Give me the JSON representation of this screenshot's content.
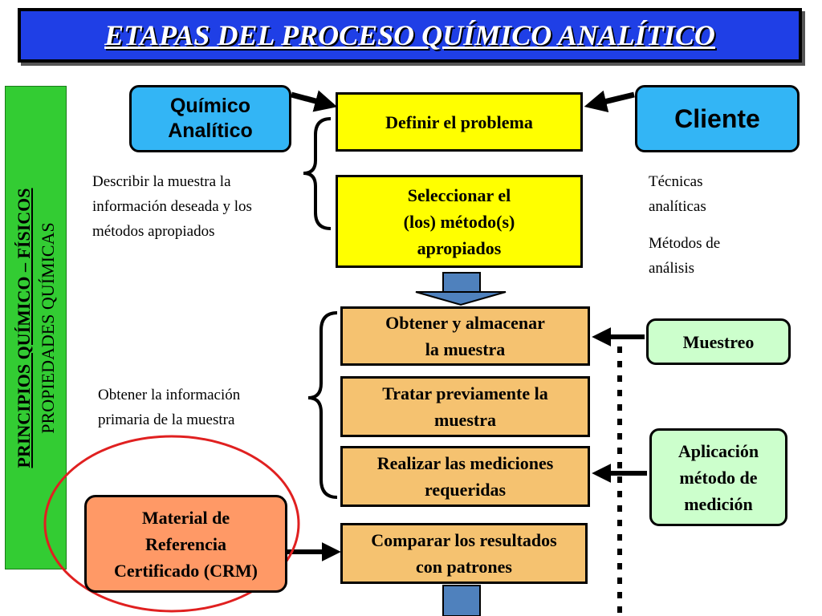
{
  "title": "ETAPAS DEL PROCESO QUÍMICO ANALÍTICO",
  "sidebar": {
    "line1": "PRINCIPIOS QUÍMICO – FÍSICOS",
    "line2": "PROPIEDADES QUÍMICAS"
  },
  "actors": {
    "chemist": [
      "Químico",
      "Analítico"
    ],
    "client": "Cliente"
  },
  "steps": {
    "define": "Definir el problema",
    "select": [
      "Seleccionar el",
      "(los) método(s)",
      "apropiados"
    ],
    "obtain": [
      "Obtener y almacenar",
      "la muestra"
    ],
    "treat": [
      "Tratar previamente la",
      "muestra"
    ],
    "measure": [
      "Realizar las mediciones",
      "requeridas"
    ],
    "compare": [
      "Comparar los resultados",
      "con patrones"
    ]
  },
  "notes": {
    "describe": [
      "Describir la muestra la",
      "información deseada y los",
      "métodos apropiados"
    ],
    "primary": [
      "Obtener la información",
      "primaria de la muestra"
    ],
    "techniques": [
      "Técnicas",
      "analíticas"
    ],
    "methods": [
      "Métodos de",
      "análisis"
    ]
  },
  "inputs": {
    "sampling": "Muestreo",
    "application": [
      "Aplicación",
      "método de",
      "medición"
    ]
  },
  "crm": [
    "Material de",
    "Referencia",
    "Certificado (CRM)"
  ],
  "colors": {
    "title_bg": "#1f3fe6",
    "sidebar_bg": "#33cc33",
    "step_yellow": "#ffff00",
    "step_orange": "#f5c270",
    "actor_blue": "#33b5f5",
    "input_green": "#ccffcc",
    "crm_bg": "#ff9966",
    "highlight_circle": "#e02020",
    "flow_arrow": "#4f81bd"
  }
}
